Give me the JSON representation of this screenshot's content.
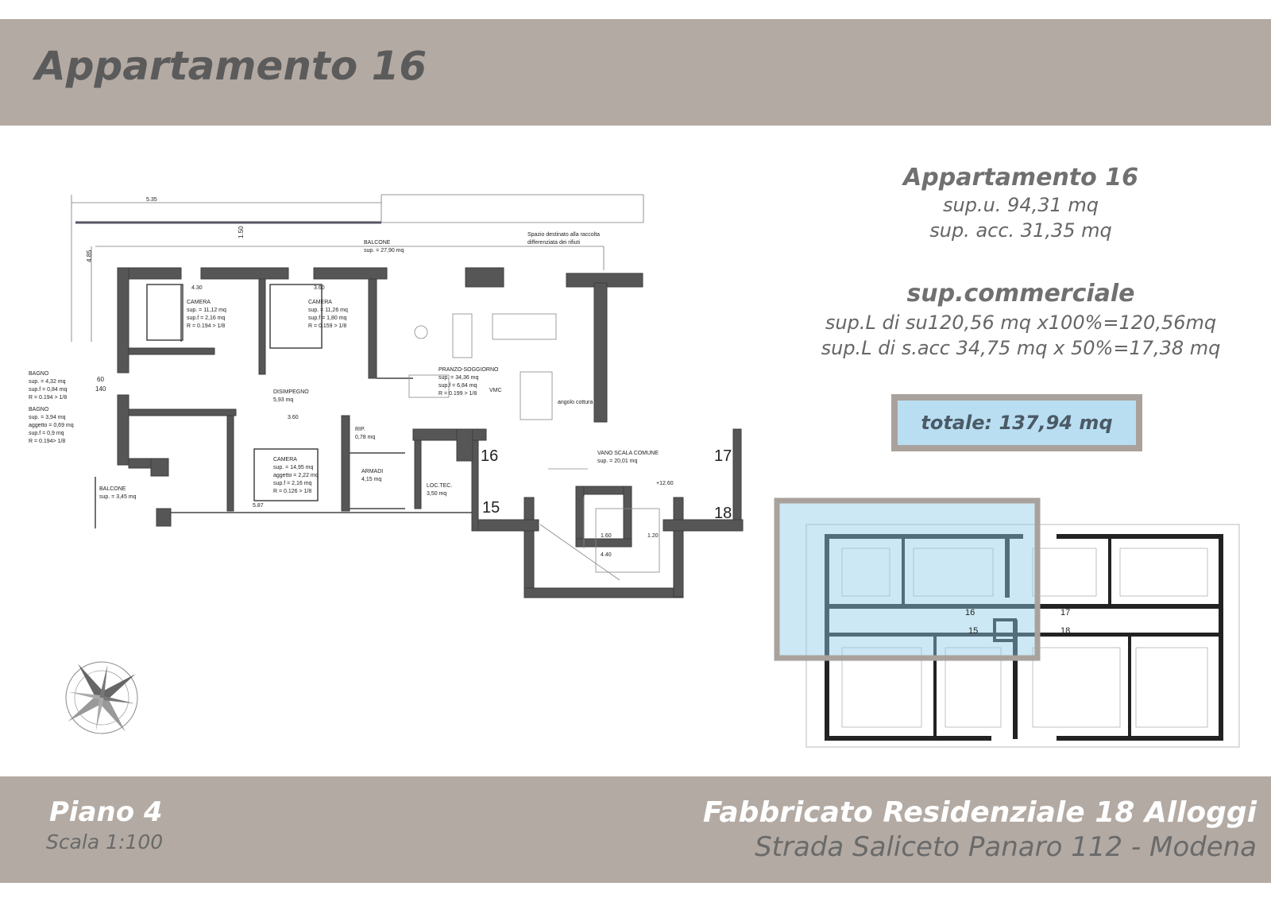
{
  "header": {
    "title": "Appartamento 16"
  },
  "info": {
    "title": "Appartamento 16",
    "sup_u": "sup.u. 94,31 mq",
    "sup_acc": "sup. acc. 31,35 mq",
    "commercial_title": "sup.commerciale",
    "line1": "sup.L di su120,56 mq x100%=120,56mq",
    "line2": "sup.L di s.acc 34,75 mq x 50%=17,38 mq",
    "total": "totale: 137,94 mq"
  },
  "footer": {
    "floor": "Piano 4",
    "scale": "Scala 1:100",
    "building": "Fabbricato Residenziale 18 Alloggi",
    "address": "Strada Saliceto Panaro 112 - Modena"
  },
  "plan": {
    "rooms": [
      {
        "name": "CAMERA",
        "lines": [
          "sup. = 11,12 mq",
          "sup.f = 2,16 mq",
          "R = 0.194 > 1/8"
        ]
      },
      {
        "name": "CAMERA",
        "lines": [
          "sup. = 11,26 mq",
          "sup.f = 1,80 mq",
          "R = 0.159 > 1/8"
        ]
      },
      {
        "name": "PRANZO-SOGGIORNO",
        "lines": [
          "sup. = 34,36 mq",
          "sup.f = 6,84 mq",
          "R = 0.199 > 1/8"
        ]
      },
      {
        "name": "DISIMPEGNO",
        "lines": [
          "5,93 mq"
        ]
      },
      {
        "name": "CAMERA",
        "lines": [
          "sup. = 14,95 mq",
          "aggetto = 2,22 mq",
          "sup.f = 2,16 mq",
          "R = 0.126 > 1/8"
        ]
      },
      {
        "name": "BAGNO",
        "lines": [
          "sup. = 4,32 mq",
          "sup.f = 0,84 mq",
          "R = 0.194 > 1/8"
        ]
      },
      {
        "name": "BAGNO",
        "lines": [
          "sup. = 3,94 mq",
          "aggetto = 0,69 mq",
          "sup.f = 0,9 mq",
          "R = 0.194> 1/8"
        ]
      },
      {
        "name": "BALCONE",
        "lines": [
          "sup. = 27,90 mq"
        ]
      },
      {
        "name": "BALCONE",
        "lines": [
          "sup. = 3,45 mq"
        ]
      },
      {
        "name": "RIP.",
        "lines": [
          "0,78 mq"
        ]
      },
      {
        "name": "ARMADI",
        "lines": [
          "4,15 mq"
        ]
      },
      {
        "name": "LOC.TEC.",
        "lines": [
          "3,50 mq"
        ]
      },
      {
        "name": "VANO SCALA COMUNE",
        "lines": [
          "sup. = 20,01 mq"
        ]
      }
    ],
    "notes": [
      "Spazio destinato alla raccolta",
      "differenziata dei rifiuti"
    ],
    "vmc": "VMC",
    "kitchen": "angolo cottura",
    "apartment_numbers": [
      "16",
      "17",
      "15",
      "18"
    ],
    "elevation": "+12.60",
    "dimensions": [
      "5.35",
      "4.85",
      "1.50",
      "4.30",
      "3.60",
      "3.60",
      "5.87",
      "1.60",
      "1.20",
      "4.40",
      "60",
      "140"
    ]
  },
  "colors": {
    "band": "#b3aaa3",
    "total_fill": "#b9def1",
    "highlight": "#8fcbe6",
    "wall": "#565656"
  }
}
